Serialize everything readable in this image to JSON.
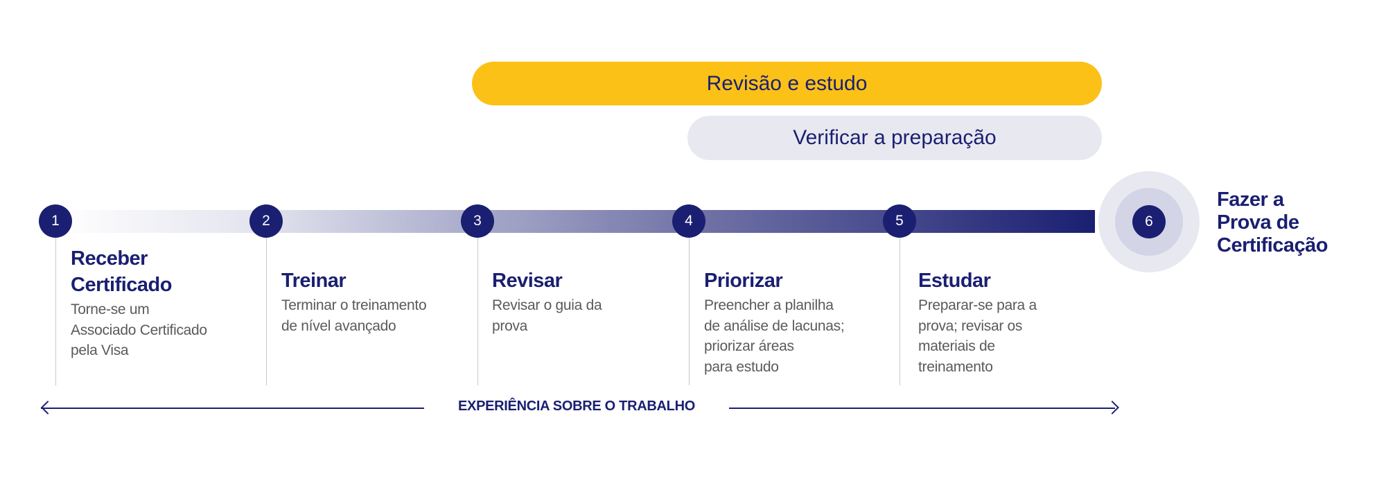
{
  "phases": {
    "review_study": "Revisão e estudo",
    "verify_readiness": "Verificar a preparação"
  },
  "steps": [
    {
      "number": "1",
      "title_line1": "Receber",
      "title_line2": "Certificado",
      "desc": [
        "Torne-se um",
        "Associado Certificado",
        "pela Visa"
      ]
    },
    {
      "number": "2",
      "title": "Treinar",
      "desc": [
        "Terminar o treinamento",
        "de nível avançado"
      ]
    },
    {
      "number": "3",
      "title": "Revisar",
      "desc": [
        "Revisar o guia da",
        "prova"
      ]
    },
    {
      "number": "4",
      "title": "Priorizar",
      "desc": [
        "Preencher a planilha",
        "de análise de lacunas;",
        "priorizar áreas",
        "para estudo"
      ]
    },
    {
      "number": "5",
      "title": "Estudar",
      "desc": [
        "Preparar-se para a",
        "prova; revisar os",
        "materiais de",
        "treinamento"
      ]
    },
    {
      "number": "6",
      "title_lines": [
        "Fazer a",
        "Prova de",
        "Certificação"
      ]
    }
  ],
  "axis_label": "EXPERIÊNCIA SOBRE O TRABALHO",
  "colors": {
    "navy": "#1a1f71",
    "yellow": "#fbc117",
    "grey": "#e8e8f0"
  }
}
